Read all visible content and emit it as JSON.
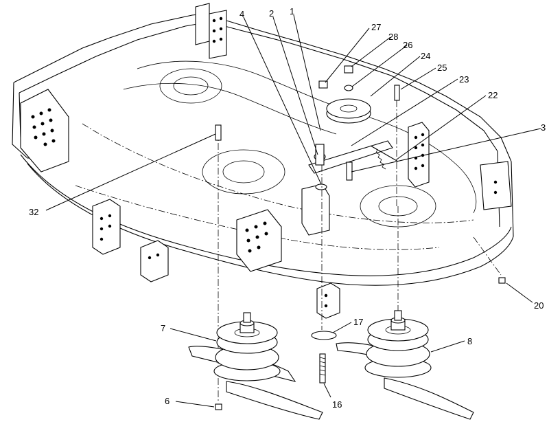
{
  "diagram": {
    "callouts": [
      {
        "id": "c1",
        "text": "1"
      },
      {
        "id": "c2",
        "text": "2"
      },
      {
        "id": "c3",
        "text": "3"
      },
      {
        "id": "c4",
        "text": "4"
      },
      {
        "id": "c6",
        "text": "6"
      },
      {
        "id": "c7",
        "text": "7"
      },
      {
        "id": "c8",
        "text": "8"
      },
      {
        "id": "c16",
        "text": "16"
      },
      {
        "id": "c17",
        "text": "17"
      },
      {
        "id": "c20",
        "text": "20"
      },
      {
        "id": "c22",
        "text": "22"
      },
      {
        "id": "c23",
        "text": "23"
      },
      {
        "id": "c24",
        "text": "24"
      },
      {
        "id": "c25",
        "text": "25"
      },
      {
        "id": "c26",
        "text": "26"
      },
      {
        "id": "c27",
        "text": "27"
      },
      {
        "id": "c28",
        "text": "28"
      },
      {
        "id": "c32",
        "text": "32"
      }
    ]
  }
}
